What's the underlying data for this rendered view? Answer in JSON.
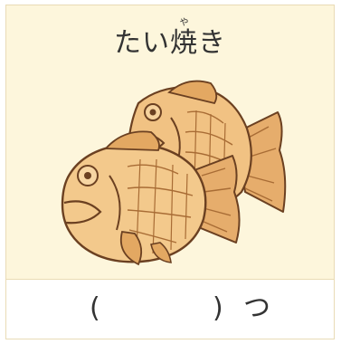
{
  "title": {
    "furigana": "や",
    "before_kanji": "たい",
    "kanji": "焼",
    "after_kanji": "き"
  },
  "image": {
    "subject": "taiyaki-icon",
    "colors": {
      "background": "#fdf6dc",
      "fish_light": "#f3c98c",
      "fish_mid": "#e0a968",
      "fish_dark": "#a86c35",
      "outline": "#6b4021"
    }
  },
  "answer": {
    "open_paren": "(",
    "input_value": "",
    "close_paren": ")",
    "counter": "つ"
  }
}
